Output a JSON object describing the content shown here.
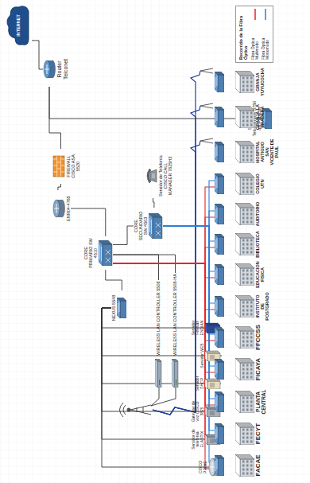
{
  "diagram": {
    "nodes": [
      {
        "text": [
          "INTERNET"
        ]
      },
      {
        "text": [
          "Router Telconet"
        ]
      },
      {
        "text": [
          "Switch LAN Telconet SW 3750 Ips Públicas"
        ]
      },
      {
        "text": [
          "FIREWALL CISCO ASA 5520"
        ]
      },
      {
        "text": [
          "ENR04-4765"
        ]
      },
      {
        "text": [
          "CORE PRIMARIO SW 4510"
        ]
      },
      {
        "text": [
          "CORE SECUNDARIO SW 4503"
        ]
      },
      {
        "text": [
          "Servidor de Telefonía CISCO CALL MANAGER 7825H3"
        ]
      },
      {
        "text": [
          "NEXUS 5548"
        ]
      },
      {
        "text": [
          "Servidor Firewall ENDIAN"
        ]
      },
      {
        "text": [
          "Servidor WEB"
        ]
      },
      {
        "text": [
          "Servidor DHCP"
        ]
      },
      {
        "text": [
          "Gateway de voz CISCO 3825"
        ]
      },
      {
        "text": [
          "Servidor de telefonía ELASTIX"
        ]
      },
      {
        "text": [
          "CISCO PRIME"
        ]
      },
      {
        "text": [
          "WIRELESS LAN CONTROLLER 5508"
        ]
      },
      {
        "text": [
          "WIRELESS LAN CONTROLLER 5508-HA"
        ]
      },
      {
        "text": [
          "FACAE"
        ]
      },
      {
        "text": [
          "FECYT"
        ]
      },
      {
        "text": [
          "PLANTA CENTRAL"
        ]
      },
      {
        "text": [
          "FICAYA"
        ]
      },
      {
        "text": [
          "FFCCSS"
        ]
      },
      {
        "text": [
          "INSTITUTO DE POSTGRADO"
        ]
      },
      {
        "text": [
          "EDUCACION FISICA"
        ]
      },
      {
        "text": [
          "BIBLIOTECA"
        ]
      },
      {
        "text": [
          "AUDITORIO"
        ]
      },
      {
        "text": [
          "COLEGIO UTN"
        ]
      },
      {
        "text": [
          "HOSPITAL ANTIGUO SAN VICENTE DE PAUL"
        ]
      },
      {
        "text": [
          "GRANJA LA PRADERA"
        ]
      },
      {
        "text": [
          "GRANJA YUYUCOCHA"
        ]
      }
    ],
    "edges": [
      {
        "from": 0,
        "to": 1,
        "arrow": "none"
      },
      {
        "from": 1,
        "to": 2,
        "arrow": "none"
      },
      {
        "from": 1,
        "to": 3,
        "arrow": "none"
      },
      {
        "from": 3,
        "to": 4,
        "arrow": "none"
      },
      {
        "from": 4,
        "to": 5,
        "arrow": "none"
      },
      {
        "from": 5,
        "to": 6,
        "arrow": "none"
      },
      {
        "from": 6,
        "to": 7,
        "arrow": "none"
      },
      {
        "from": 5,
        "to": 8,
        "arrow": "none"
      },
      {
        "from": 8,
        "to": 9,
        "arrow": "none"
      },
      {
        "from": 8,
        "to": 10,
        "arrow": "none"
      },
      {
        "from": 8,
        "to": 11,
        "arrow": "none"
      },
      {
        "from": 8,
        "to": 12,
        "arrow": "none"
      },
      {
        "from": 8,
        "to": 13,
        "arrow": "none"
      },
      {
        "from": 8,
        "to": 14,
        "arrow": "none"
      },
      {
        "from": 5,
        "to": 15,
        "arrow": "none"
      },
      {
        "from": 5,
        "to": 16,
        "arrow": "none"
      },
      {
        "from": 5,
        "to": 17,
        "arrow": "none"
      },
      {
        "from": 5,
        "to": 18,
        "arrow": "none"
      },
      {
        "from": 5,
        "to": 19,
        "arrow": "none"
      },
      {
        "from": 5,
        "to": 20,
        "arrow": "none"
      },
      {
        "from": 5,
        "to": 21,
        "arrow": "none"
      },
      {
        "from": 5,
        "to": 22,
        "arrow": "none"
      },
      {
        "from": 5,
        "to": 23,
        "arrow": "none"
      },
      {
        "from": 5,
        "to": 24,
        "arrow": "none"
      },
      {
        "from": 5,
        "to": 25,
        "arrow": "none"
      },
      {
        "from": 5,
        "to": 26,
        "arrow": "none"
      },
      {
        "from": 6,
        "to": 17,
        "arrow": "none"
      },
      {
        "from": 6,
        "to": 18,
        "arrow": "none"
      },
      {
        "from": 6,
        "to": 19,
        "arrow": "none"
      },
      {
        "from": 6,
        "to": 20,
        "arrow": "none"
      },
      {
        "from": 6,
        "to": 21,
        "arrow": "none"
      },
      {
        "from": 6,
        "to": 22,
        "arrow": "none"
      },
      {
        "from": 6,
        "to": 23,
        "arrow": "none"
      },
      {
        "from": 6,
        "to": 24,
        "arrow": "none"
      },
      {
        "from": 6,
        "to": 25,
        "arrow": "none"
      },
      {
        "from": 6,
        "to": 26,
        "arrow": "none"
      }
    ],
    "labels": [
      "Recorrido de la Fibra Óptica"
    ],
    "legend": [
      {
        "text": "Fibra Óptica Multimodo",
        "color": "#e3262b"
      },
      {
        "text": "Fibra Óptica Monomodo",
        "color": "#2a7fd6"
      }
    ]
  }
}
